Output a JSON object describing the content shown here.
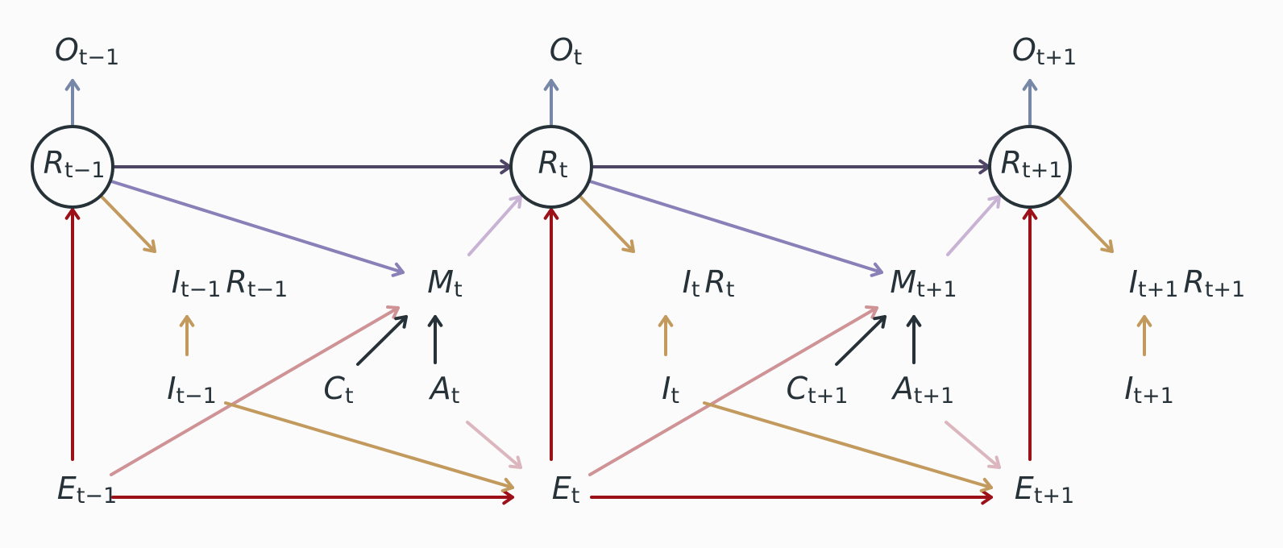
{
  "colors": {
    "background": "#fbfbfc",
    "text": "#263238",
    "node_stroke": "#263238",
    "obs": "#7787a8",
    "transition": "#4e4465",
    "reputation_to_m": "#8a80b8",
    "m_to_r": "#c8b3d4",
    "r_to_interaction": "#c39a5e",
    "interaction": "#c39a5e",
    "effort": "#9b1117",
    "e_to_m": "#cf9396",
    "a_to_e": "#dcb6bf",
    "cause": "#263238"
  },
  "slices": [
    {
      "O": {
        "base": "O",
        "sub": "t−1"
      },
      "R": {
        "base": "R",
        "sub": "t−1"
      },
      "IR": {
        "i": "I",
        "i_sub": "t−1",
        "r": "R",
        "r_sub": "t−1"
      },
      "I": {
        "base": "I",
        "sub": "t−1"
      },
      "E": {
        "base": "E",
        "sub": "t−1"
      }
    },
    {
      "O": {
        "base": "O",
        "sub": "t"
      },
      "R": {
        "base": "R",
        "sub": "t"
      },
      "M": {
        "base": "M",
        "sub": "t"
      },
      "IR": {
        "i": "I",
        "i_sub": "t",
        "r": "R",
        "r_sub": "t"
      },
      "C": {
        "base": "C",
        "sub": "t"
      },
      "A": {
        "base": "A",
        "sub": "t"
      },
      "I": {
        "base": "I",
        "sub": "t"
      },
      "E": {
        "base": "E",
        "sub": "t"
      }
    },
    {
      "O": {
        "base": "O",
        "sub": "t+1"
      },
      "R": {
        "base": "R",
        "sub": "t+1"
      },
      "M": {
        "base": "M",
        "sub": "t+1"
      },
      "IR": {
        "i": "I",
        "i_sub": "t+1",
        "r": "R",
        "r_sub": "t+1"
      },
      "C": {
        "base": "C",
        "sub": "t+1"
      },
      "A": {
        "base": "A",
        "sub": "t+1"
      },
      "I": {
        "base": "I",
        "sub": "t+1"
      },
      "E": {
        "base": "E",
        "sub": "t+1"
      }
    }
  ]
}
